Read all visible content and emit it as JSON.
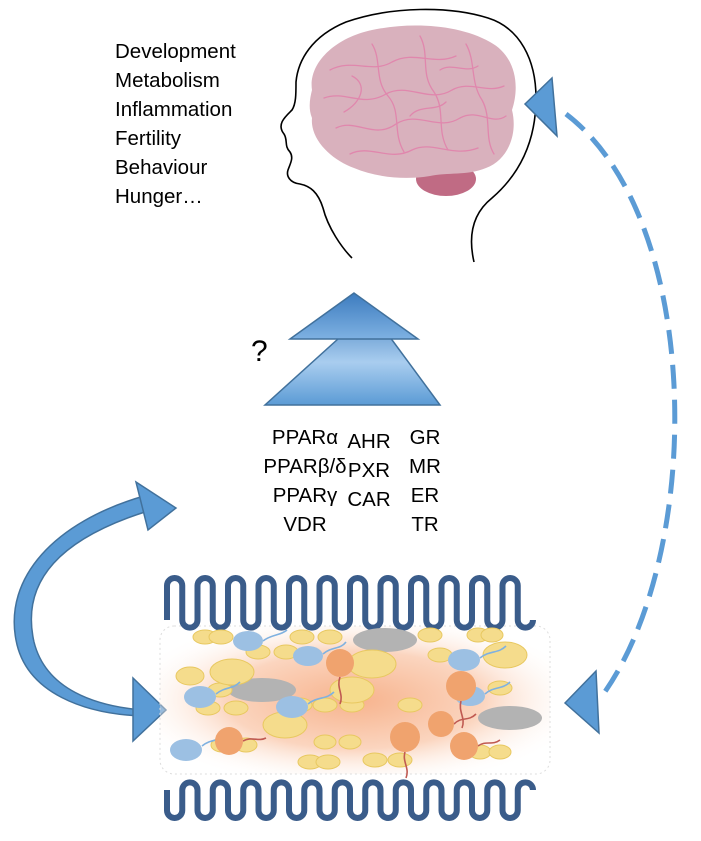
{
  "functions": [
    "Development",
    "Metabolism",
    "Inflammation",
    "Fertility",
    "Behaviour",
    "Hunger…"
  ],
  "question_mark": "?",
  "receptors": {
    "column_1": [
      "PPARα",
      "PPARβ/δ",
      "PPARγ",
      "VDR"
    ],
    "column_2": [
      "AHR",
      "PXR",
      "CAR"
    ],
    "column_3": [
      "GR",
      "MR",
      "ER",
      "TR"
    ]
  },
  "colors": {
    "arrow_blue": "#5b9bd5",
    "arrow_dark": "#41719c",
    "brain": "#d9b1bd",
    "brain_folds": "#e087ad",
    "cerebellum": "#c06b84",
    "villi": "#3a5c8a",
    "bacteria_yellow": "#f5dc8c",
    "bacteria_blue": "#9cc0e3",
    "bacteria_orange": "#f0a36e",
    "bacteria_grey": "#b3b3b3",
    "mucosa": "#fbd9c6"
  }
}
